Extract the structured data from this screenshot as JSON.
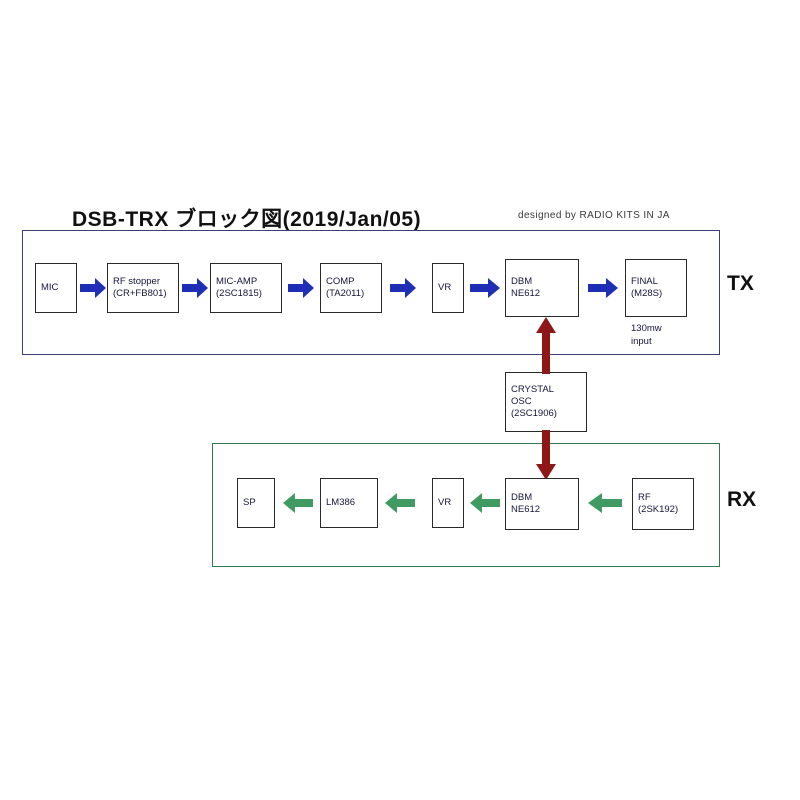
{
  "diagram": {
    "title": "DSB-TRX ブロック図(2019/Jan/05)",
    "credit": "designed by RADIO KITS IN JA",
    "tx_label": "TX",
    "rx_label": "RX",
    "colors": {
      "tx_border": "#3b3f72",
      "rx_border": "#2f7a4a",
      "tx_arrow": "#1f2fb5",
      "rx_arrow": "#3f9b62",
      "osc_arrow": "#8e1818",
      "block_border": "#2a2a2a",
      "text": "#15153a"
    }
  },
  "tx_chain": [
    {
      "line1": "MIC",
      "line2": ""
    },
    {
      "line1": "RF stopper",
      "line2": "(CR+FB801)"
    },
    {
      "line1": "MIC-AMP",
      "line2": "(2SC1815)"
    },
    {
      "line1": "COMP",
      "line2": "(TA2011)"
    },
    {
      "line1": "VR",
      "line2": ""
    },
    {
      "line1": "DBM",
      "line2": "NE612"
    },
    {
      "line1": "FINAL",
      "line2": "(M28S)"
    }
  ],
  "tx_note": {
    "line1": "130mw",
    "line2": "input"
  },
  "osc": {
    "line1": "CRYSTAL",
    "line2": "OSC",
    "line3": "(2SC1906)"
  },
  "rx_chain": [
    {
      "line1": "SP",
      "line2": ""
    },
    {
      "line1": "LM386",
      "line2": ""
    },
    {
      "line1": "VR",
      "line2": ""
    },
    {
      "line1": "DBM",
      "line2": "NE612"
    },
    {
      "line1": "RF",
      "line2": "(2SK192)"
    }
  ]
}
